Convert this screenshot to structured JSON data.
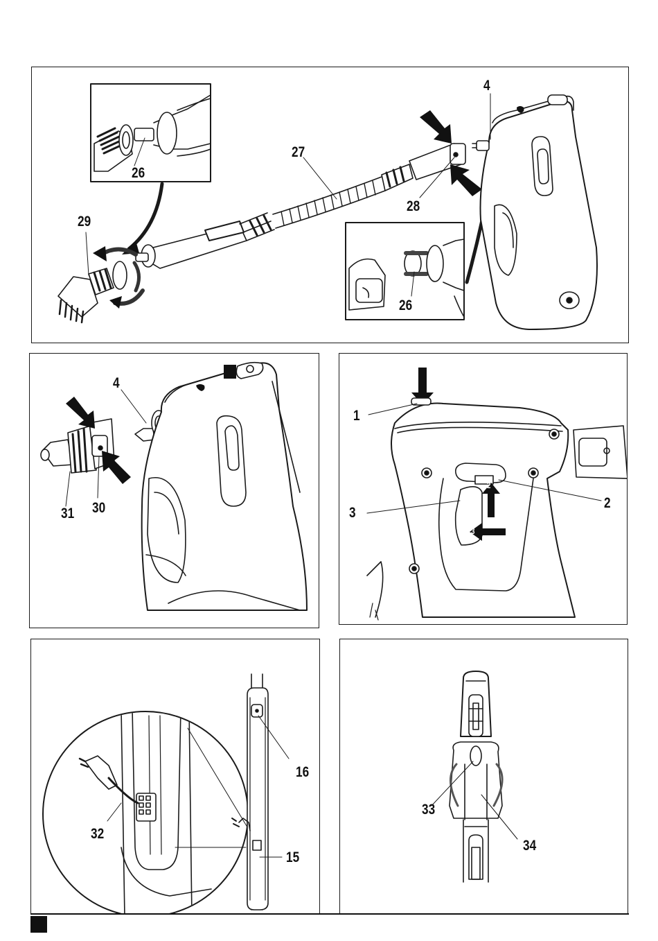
{
  "figures": [
    {
      "id": "hose-assembly",
      "callouts": {
        "c4": "4",
        "c26_inset": "26",
        "c27": "27",
        "c28": "28",
        "c29": "29",
        "c26_lower": "26"
      }
    },
    {
      "id": "nozzle-attach",
      "callouts": {
        "c4": "4",
        "c31": "31",
        "c30": "30"
      }
    },
    {
      "id": "trigger-lock",
      "callouts": {
        "c1": "1",
        "c2": "2",
        "c3": "3"
      },
      "arrow_steps": {
        "s2": "2",
        "s3": "3"
      }
    },
    {
      "id": "cord-storage",
      "callouts": {
        "c32": "32",
        "c16": "16",
        "c15": "15"
      }
    },
    {
      "id": "rear-view",
      "callouts": {
        "c33": "33",
        "c34": "34"
      }
    }
  ],
  "colors": {
    "line": "#1a1a1a",
    "fill_dark": "#111111",
    "fill_light": "#ffffff",
    "shade": "#d8d8d8"
  }
}
